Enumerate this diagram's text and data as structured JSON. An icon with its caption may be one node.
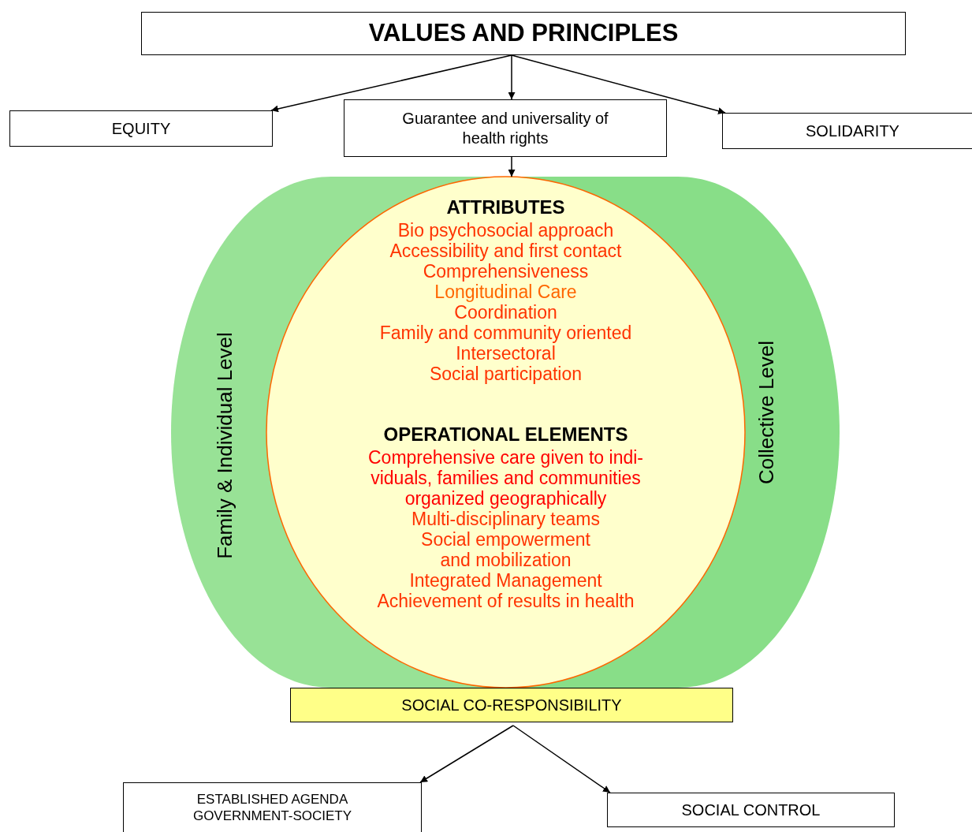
{
  "diagram": {
    "nodes": [
      {
        "text": [
          "VALUES AND PRINCIPLES"
        ]
      },
      {
        "text": [
          "EQUITY"
        ]
      },
      {
        "text": [
          "Guarantee and universality of health rights"
        ]
      },
      {
        "text": [
          "SOLIDARITY"
        ]
      },
      {
        "text": [
          "ATTRIBUTES",
          "Bio psychosocial approach",
          "Accessibility and first contact",
          "Comprehensiveness",
          "Longitudinal Care",
          "Coordination",
          "Family and community oriented",
          "Intersectoral",
          "Social participation",
          "OPERATIONAL ELEMENTS",
          "Comprehensive care given to indi- viduals, families and communities organized geographically",
          "Multi-disciplinary teams",
          "Social empowerment and mobilization",
          "Integrated Management",
          "Achievement of results in health"
        ]
      },
      {
        "text": [
          "SOCIAL CO-RESPONSIBILITY"
        ]
      },
      {
        "text": [
          "ESTABLISHED AGENDA GOVERNMENT-SOCIETY"
        ]
      },
      {
        "text": [
          "SOCIAL CONTROL"
        ]
      }
    ],
    "edges": [
      {
        "from": 0,
        "to": 1,
        "arrow": "to"
      },
      {
        "from": 0,
        "to": 2,
        "arrow": "to"
      },
      {
        "from": 0,
        "to": 3,
        "arrow": "to"
      },
      {
        "from": 2,
        "to": 4,
        "arrow": "to"
      },
      {
        "from": 5,
        "to": 6,
        "arrow": "to"
      },
      {
        "from": 5,
        "to": 7,
        "arrow": "to"
      }
    ],
    "labels": [
      "Family & Individual Level",
      "Collective Level"
    ]
  }
}
